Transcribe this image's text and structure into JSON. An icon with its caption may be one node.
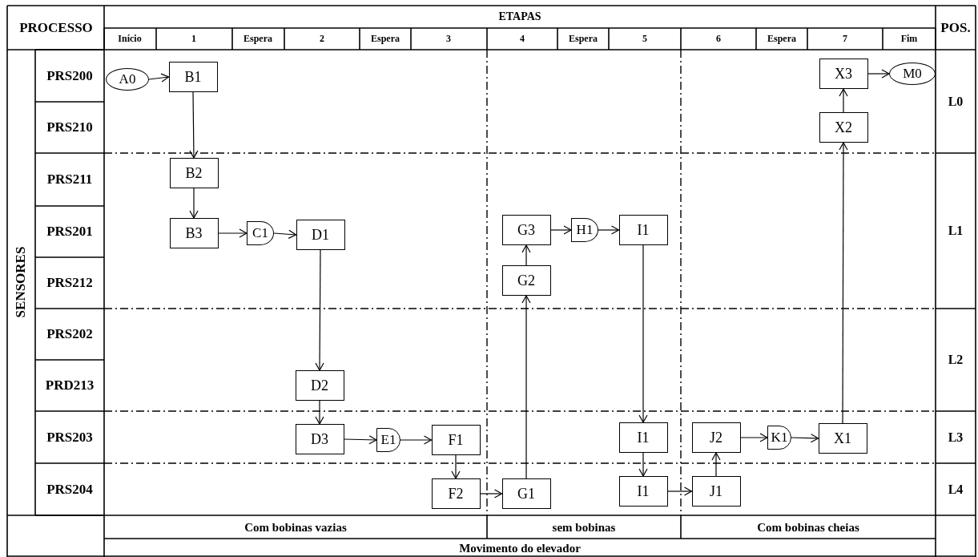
{
  "diagram": {
    "nodes": [
      {
        "text": [
          "A0"
        ]
      },
      {
        "text": [
          "B1"
        ]
      },
      {
        "text": [
          "X3"
        ]
      },
      {
        "text": [
          "M0"
        ]
      },
      {
        "text": [
          "X2"
        ]
      },
      {
        "text": [
          "B2"
        ]
      },
      {
        "text": [
          "B3"
        ]
      },
      {
        "text": [
          "C1"
        ]
      },
      {
        "text": [
          "D1"
        ]
      },
      {
        "text": [
          "G3"
        ]
      },
      {
        "text": [
          "H1"
        ]
      },
      {
        "text": [
          "I1"
        ]
      },
      {
        "text": [
          "G2"
        ]
      },
      {
        "text": [
          "D2"
        ]
      },
      {
        "text": [
          "D3"
        ]
      },
      {
        "text": [
          "E1"
        ]
      },
      {
        "text": [
          "F1"
        ]
      },
      {
        "text": [
          "I1"
        ]
      },
      {
        "text": [
          "J2"
        ]
      },
      {
        "text": [
          "K1"
        ]
      },
      {
        "text": [
          "X1"
        ]
      },
      {
        "text": [
          "F2"
        ]
      },
      {
        "text": [
          "G1"
        ]
      },
      {
        "text": [
          "I1"
        ]
      },
      {
        "text": [
          "J1"
        ]
      }
    ],
    "edges": [
      {
        "from": 0,
        "to": 1,
        "arrow": "to"
      },
      {
        "from": 1,
        "to": 5,
        "arrow": "to"
      },
      {
        "from": 5,
        "to": 6,
        "arrow": "to"
      },
      {
        "from": 6,
        "to": 7,
        "arrow": "to"
      },
      {
        "from": 7,
        "to": 8,
        "arrow": "to"
      },
      {
        "from": 8,
        "to": 13,
        "arrow": "to"
      },
      {
        "from": 13,
        "to": 14,
        "arrow": "to"
      },
      {
        "from": 14,
        "to": 15,
        "arrow": "to"
      },
      {
        "from": 15,
        "to": 16,
        "arrow": "to"
      },
      {
        "from": 16,
        "to": 21,
        "arrow": "to"
      },
      {
        "from": 21,
        "to": 22,
        "arrow": "to"
      },
      {
        "from": 22,
        "to": 12,
        "arrow": "to"
      },
      {
        "from": 12,
        "to": 9,
        "arrow": "to"
      },
      {
        "from": 9,
        "to": 10,
        "arrow": "to"
      },
      {
        "from": 10,
        "to": 11,
        "arrow": "to"
      },
      {
        "from": 11,
        "to": 17,
        "arrow": "to"
      },
      {
        "from": 17,
        "to": 23,
        "arrow": "to"
      },
      {
        "from": 23,
        "to": 24,
        "arrow": "to"
      },
      {
        "from": 24,
        "to": 18,
        "arrow": "to"
      },
      {
        "from": 18,
        "to": 19,
        "arrow": "to"
      },
      {
        "from": 19,
        "to": 20,
        "arrow": "to"
      },
      {
        "from": 20,
        "to": 4,
        "arrow": "to"
      },
      {
        "from": 4,
        "to": 2,
        "arrow": "to"
      },
      {
        "from": 2,
        "to": 3,
        "arrow": "to"
      }
    ],
    "labels": [
      "PROCESSO",
      "ETAPAS",
      "POS.",
      "Início",
      "1",
      "Espera",
      "2",
      "Espera",
      "3",
      "4",
      "Espera",
      "5",
      "6",
      "Espera",
      "7",
      "Fim",
      "SENSORES",
      "PRS200",
      "L0",
      "PRS210",
      "PRS211",
      "PRS201",
      "L1",
      "PRS212",
      "PRS202",
      "L2",
      "PRD213",
      "PRS203",
      "L3",
      "PRS204",
      "L4",
      "Com bobinas vazias",
      "sem bobinas",
      "Com bobinas cheias",
      "Movimento do elevador"
    ]
  }
}
